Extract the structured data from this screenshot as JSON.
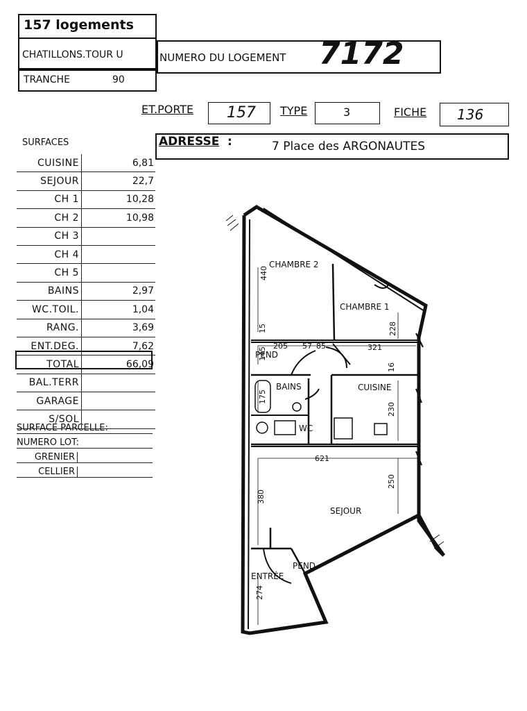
{
  "header": {
    "logements": "157 logements",
    "site": "CHATILLONS.TOUR U",
    "tranche_label": "TRANCHE",
    "tranche_value": "90",
    "numero_label": "NUMERO DU LOGEMENT",
    "numero_value": "7172"
  },
  "fields": {
    "porte_label": "ET.PORTE",
    "porte_value": "157",
    "type_label": "TYPE",
    "type_value": "3",
    "fiche_label": "FICHE",
    "fiche_value": "136",
    "adresse_label": "ADRESSE",
    "adresse_colon": ":",
    "adresse_value": "7  Place des ARGONAUTES"
  },
  "surfaces": {
    "title": "SURFACES",
    "rows": [
      {
        "label": "CUISINE",
        "value": "6,81"
      },
      {
        "label": "SEJOUR",
        "value": "22,7"
      },
      {
        "label": "CH 1",
        "value": "10,28"
      },
      {
        "label": "CH 2",
        "value": "10,98"
      },
      {
        "label": "CH 3",
        "value": ""
      },
      {
        "label": "CH 4",
        "value": ""
      },
      {
        "label": "CH 5",
        "value": ""
      },
      {
        "label": "BAINS",
        "value": "2,97"
      },
      {
        "label": "WC.TOIL.",
        "value": "1,04"
      },
      {
        "label": "RANG.",
        "value": "3,69"
      },
      {
        "label": "ENT.DEG.",
        "value": "7,62"
      },
      {
        "label": "TOTAL",
        "value": "66,09"
      },
      {
        "label": "BAL.TERR",
        "value": ""
      },
      {
        "label": "GARAGE",
        "value": ""
      },
      {
        "label": "S/SOL",
        "value": ""
      }
    ],
    "parcelle": "SURFACE PARCELLE:",
    "lot": "NUMERO LOT:",
    "grenier": "GRENIER",
    "cellier": "CELLIER"
  },
  "plan": {
    "chambre2": "CHAMBRE 2",
    "chambre1": "CHAMBRE 1",
    "bains": "BAINS",
    "cuisine": "CUISINE",
    "wc": "WC",
    "sejour": "SEJOUR",
    "entree": "ENTRÉE",
    "pend1": "PEND",
    "pend2": "PEND",
    "d440": "440",
    "d228": "228",
    "d15": "15",
    "d205": "205",
    "d57": "57",
    "d85": "85",
    "d321": "321",
    "d16": "16",
    "d145": "145",
    "d175": "175",
    "d230": "230",
    "d621": "621",
    "d250": "250",
    "d380": "380",
    "d274": "274"
  }
}
